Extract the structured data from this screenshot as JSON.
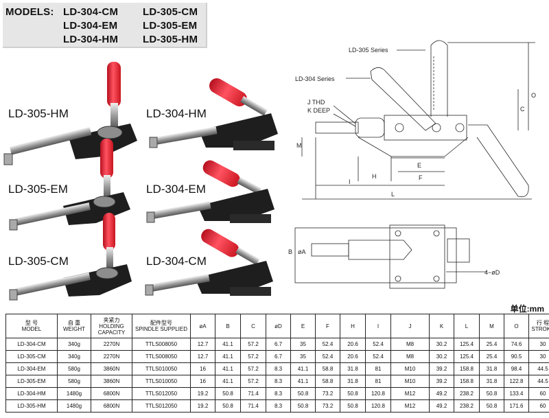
{
  "models_box": {
    "label": "MODELS:",
    "row1": [
      "LD-304-CM",
      "LD-305-CM"
    ],
    "row2": [
      "LD-304-EM",
      "LD-305-EM"
    ],
    "row3": [
      "LD-304-HM",
      "LD-305-HM"
    ]
  },
  "photos": {
    "labels": [
      "LD-305-HM",
      "LD-304-HM",
      "LD-305-EM",
      "LD-304-EM",
      "LD-305-CM",
      "LD-304-CM"
    ],
    "handle_color": "#e0283a"
  },
  "diagram": {
    "series_305": "LD-305 Series",
    "series_304": "LD-304 Series",
    "thread_label": "J  THD",
    "depth_label": "K  DEEP",
    "dims": {
      "M": "M",
      "H": "H",
      "E": "E",
      "F": "F",
      "I": "I",
      "L": "L",
      "O": "O",
      "C": "C",
      "A": "øA",
      "B": "B",
      "D": "4−øD"
    }
  },
  "unit": "单位:mm",
  "table": {
    "headers": [
      {
        "cn": "型  号",
        "en": "MODEL"
      },
      {
        "cn": "自   重",
        "en": "WEIGHT"
      },
      {
        "cn": "夹紧力",
        "en": "HOLDING CAPACITY"
      },
      {
        "cn": "配件型号",
        "en": "SPINDLE SUPPLIED"
      },
      {
        "cn": "",
        "en": "øA"
      },
      {
        "cn": "",
        "en": "B"
      },
      {
        "cn": "",
        "en": "C"
      },
      {
        "cn": "",
        "en": "øD"
      },
      {
        "cn": "",
        "en": "E"
      },
      {
        "cn": "",
        "en": "F"
      },
      {
        "cn": "",
        "en": "H"
      },
      {
        "cn": "",
        "en": "I"
      },
      {
        "cn": "",
        "en": "J"
      },
      {
        "cn": "",
        "en": "K"
      },
      {
        "cn": "",
        "en": "L"
      },
      {
        "cn": "",
        "en": "M"
      },
      {
        "cn": "",
        "en": "O"
      },
      {
        "cn": "行  程",
        "en": "STROKE"
      }
    ],
    "rows": [
      [
        "LD-304-CM",
        "340g",
        "2270N",
        "TTLS008050",
        "12.7",
        "41.1",
        "57.2",
        "6.7",
        "35",
        "52.4",
        "20.6",
        "52.4",
        "M8",
        "30.2",
        "125.4",
        "25.4",
        "74.6",
        "30"
      ],
      [
        "LD-305-CM",
        "340g",
        "2270N",
        "TTLS008050",
        "12.7",
        "41.1",
        "57.2",
        "6.7",
        "35",
        "52.4",
        "20.6",
        "52.4",
        "M8",
        "30.2",
        "125.4",
        "25.4",
        "90.5",
        "30"
      ],
      [
        "LD-304-EM",
        "580g",
        "3860N",
        "TTLS010050",
        "16",
        "41.1",
        "57.2",
        "8.3",
        "41.1",
        "58.8",
        "31.8",
        "81",
        "M10",
        "39.2",
        "158.8",
        "31.8",
        "98.4",
        "44.5"
      ],
      [
        "LD-305-EM",
        "580g",
        "3860N",
        "TTLS010050",
        "16",
        "41.1",
        "57.2",
        "8.3",
        "41.1",
        "58.8",
        "31.8",
        "81",
        "M10",
        "39.2",
        "158.8",
        "31.8",
        "122.8",
        "44.5"
      ],
      [
        "LD-304-HM",
        "1480g",
        "6800N",
        "TTLS012050",
        "19.2",
        "50.8",
        "71.4",
        "8.3",
        "50.8",
        "73.2",
        "50.8",
        "120.8",
        "M12",
        "49.2",
        "238.2",
        "50.8",
        "133.4",
        "60"
      ],
      [
        "LD-305-HM",
        "1480g",
        "6800N",
        "TTLS012050",
        "19.2",
        "50.8",
        "71.4",
        "8.3",
        "50.8",
        "73.2",
        "50.8",
        "120.8",
        "M12",
        "49.2",
        "238.2",
        "50.8",
        "171.6",
        "60"
      ]
    ]
  }
}
